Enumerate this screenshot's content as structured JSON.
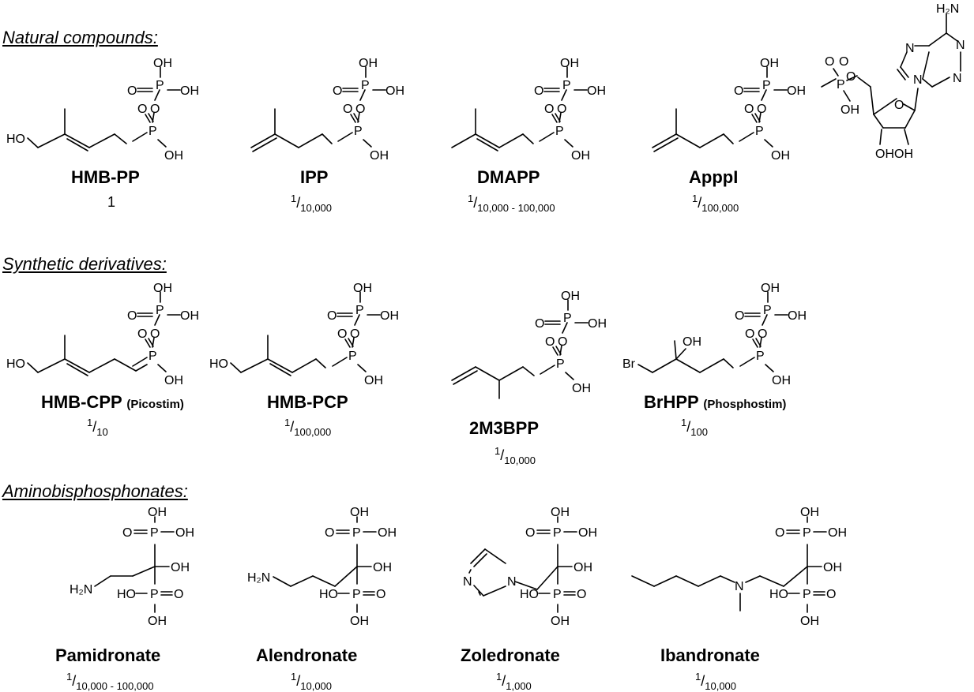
{
  "sections": {
    "natural": "Natural compounds:",
    "synthetic": "Synthetic derivatives:",
    "amino": "Aminobisphosphonates:"
  },
  "compounds": {
    "hmbpp": {
      "name": "HMB-PP",
      "potency_text": "1"
    },
    "ipp": {
      "name": "IPP",
      "potency_num": "1",
      "potency_den": "10,000"
    },
    "dmapp": {
      "name": "DMAPP",
      "potency_num": "1",
      "potency_den": "10,000 - 100,000"
    },
    "apppi": {
      "name": "ApppI",
      "potency_num": "1",
      "potency_den": "100,000"
    },
    "hmbcpp": {
      "name": "HMB-CPP",
      "note": "(Picostim)",
      "potency_num": "1",
      "potency_den": "10"
    },
    "hmbpcp": {
      "name": "HMB-PCP",
      "potency_num": "1",
      "potency_den": "100,000"
    },
    "m3bpp": {
      "name": "2M3BPP",
      "potency_num": "1",
      "potency_den": "10,000"
    },
    "brhpp": {
      "name": "BrHPP",
      "note": "(Phosphostim)",
      "potency_num": "1",
      "potency_den": "100"
    },
    "pamidronate": {
      "name": "Pamidronate",
      "potency_num": "1",
      "potency_den": "10,000 - 100,000"
    },
    "alendronate": {
      "name": "Alendronate",
      "potency_num": "1",
      "potency_den": "10,000"
    },
    "zoledronate": {
      "name": "Zoledronate",
      "potency_num": "1",
      "potency_den": "1,000"
    },
    "ibandronate": {
      "name": "Ibandronate",
      "potency_num": "1",
      "potency_den": "10,000"
    }
  },
  "atoms": {
    "P": "P",
    "O": "O",
    "OH": "OH",
    "HO": "HO",
    "OHOH": "OHOH",
    "H2N": "H₂N",
    "N": "N",
    "Br": "Br",
    "OH_branch": "OH"
  }
}
